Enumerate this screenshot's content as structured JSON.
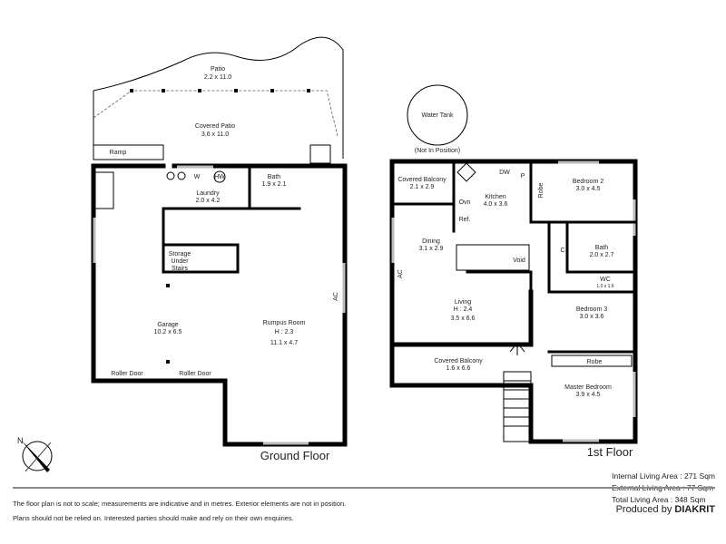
{
  "ground_floor": {
    "title": "Ground Floor",
    "rooms": {
      "patio": {
        "name": "Patio",
        "size": "2.2 x 11.0"
      },
      "covered_patio": {
        "name": "Covered Patio",
        "size": "3.6 x 11.0"
      },
      "ramp": {
        "name": "Ramp"
      },
      "laundry": {
        "name": "Laundry",
        "size": "2.0 x 4.2"
      },
      "bath": {
        "name": "Bath",
        "size": "1.9 x 2.1"
      },
      "storage": {
        "line1": "Storage",
        "line2": "Under",
        "line3": "Stairs"
      },
      "garage": {
        "name": "Garage",
        "size": "10.2 x 6.5"
      },
      "rumpus": {
        "name": "Rumpus Room",
        "height": "H : 2.3",
        "size": "11.1 x 4.7"
      },
      "roller_door_1": "Roller Door",
      "roller_door_2": "Roller Door",
      "w": "W",
      "hw": "HW",
      "ac": "AC"
    }
  },
  "first_floor": {
    "title": "1st Floor",
    "water_tank": "Water Tank",
    "not_in_position": "(Not In Position)",
    "rooms": {
      "covered_balcony_top": {
        "name": "Covered Balcony",
        "size": "2.1 x 2.9"
      },
      "kitchen": {
        "name": "Kitchen",
        "size": "4.0 x 3.6"
      },
      "dw": "DW",
      "p": "P",
      "robe": "Robe",
      "oven": "Ovn",
      "ref": "Ref.",
      "bedroom2": {
        "name": "Bedroom 2",
        "size": "3.0 x 4.5"
      },
      "dining": {
        "name": "Dining",
        "size": "3.1 x 2.9"
      },
      "void": "Void",
      "c": "C",
      "bath": {
        "name": "Bath",
        "size": "2.0 x 2.7"
      },
      "wc": {
        "name": "WC",
        "size": "1.0 x 1.6"
      },
      "living": {
        "name": "Living",
        "height": "H : 2.4",
        "size": "3.5 x 6.6"
      },
      "bedroom3": {
        "name": "Bedroom 3",
        "size": "3.0 x 3.6"
      },
      "covered_balcony_bottom": {
        "name": "Covered Balcony",
        "size": "1.6 x 6.6"
      },
      "robe2": "Robe",
      "master": {
        "name": "Master Bedroom",
        "size": "3.9 x 4.5"
      },
      "ac": "AC"
    }
  },
  "compass": {
    "label": "N"
  },
  "areas": {
    "internal": "Internal Living Area : 271 Sqm",
    "external": "External Living Area : 77 Sqm",
    "total": "Total Living Area : 348 Sqm"
  },
  "disclaimer": {
    "line1": "The floor plan is not to scale; measurements are indicative and in metres. Exterior elements are not in position.",
    "line2": "Plans should not be relied on. Interested parties should make and rely on their own enquiries."
  },
  "producer": {
    "prefix": "Produced by",
    "brand": "DIAKRIT"
  }
}
